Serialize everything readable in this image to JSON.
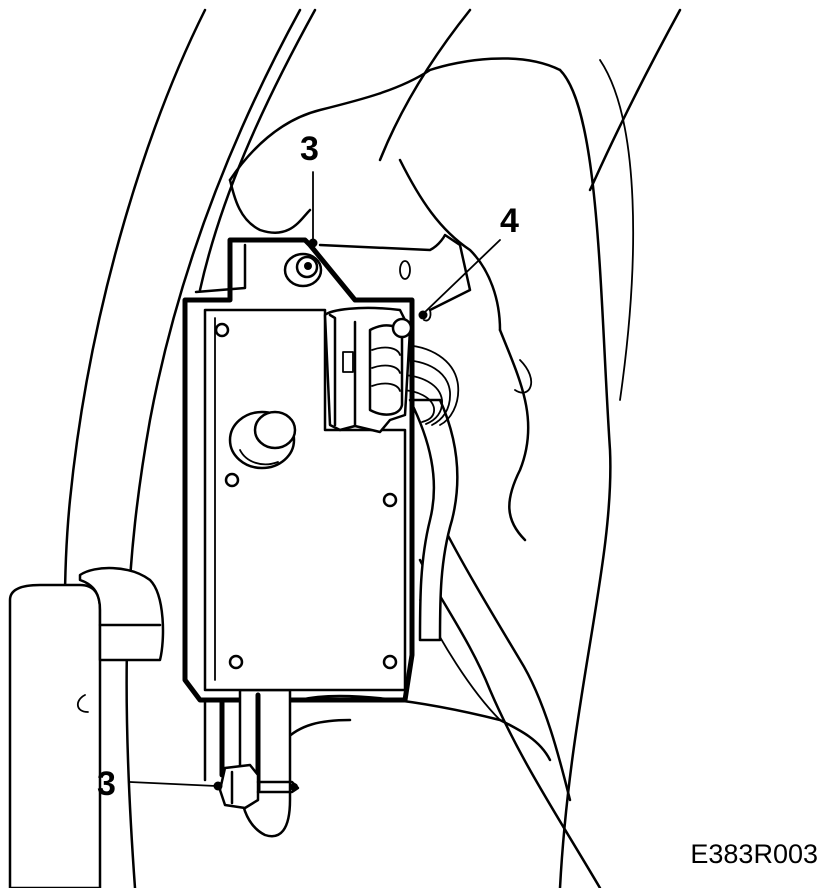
{
  "callouts": [
    {
      "id": "fastener-top",
      "label": "3"
    },
    {
      "id": "connector",
      "label": "4"
    },
    {
      "id": "fastener-bottom",
      "label": "3"
    }
  ],
  "figure_code": "E383R003",
  "colors": {
    "line": "#000000",
    "background": "#ffffff"
  }
}
